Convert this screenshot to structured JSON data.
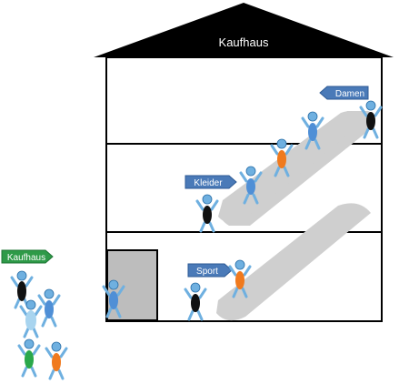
{
  "building": {
    "title": "Kaufhaus",
    "floors": 3
  },
  "signs": {
    "entrance": "Kaufhaus",
    "damen": "Damen",
    "kleider": "Kleider",
    "sport": "Sport"
  },
  "colors": {
    "roof": "#000000",
    "walls": "#000000",
    "escalator": "#cfcfcf",
    "elevator": "#bdbdbd",
    "sign_blue": "#4a7ab8",
    "sign_green": "#2e9a48",
    "figure_blue": "#4f8fd6",
    "figure_orange": "#f07a1e",
    "figure_green": "#2aa84a",
    "figure_lightblue": "#a8d4ef",
    "figure_black": "#111111"
  }
}
